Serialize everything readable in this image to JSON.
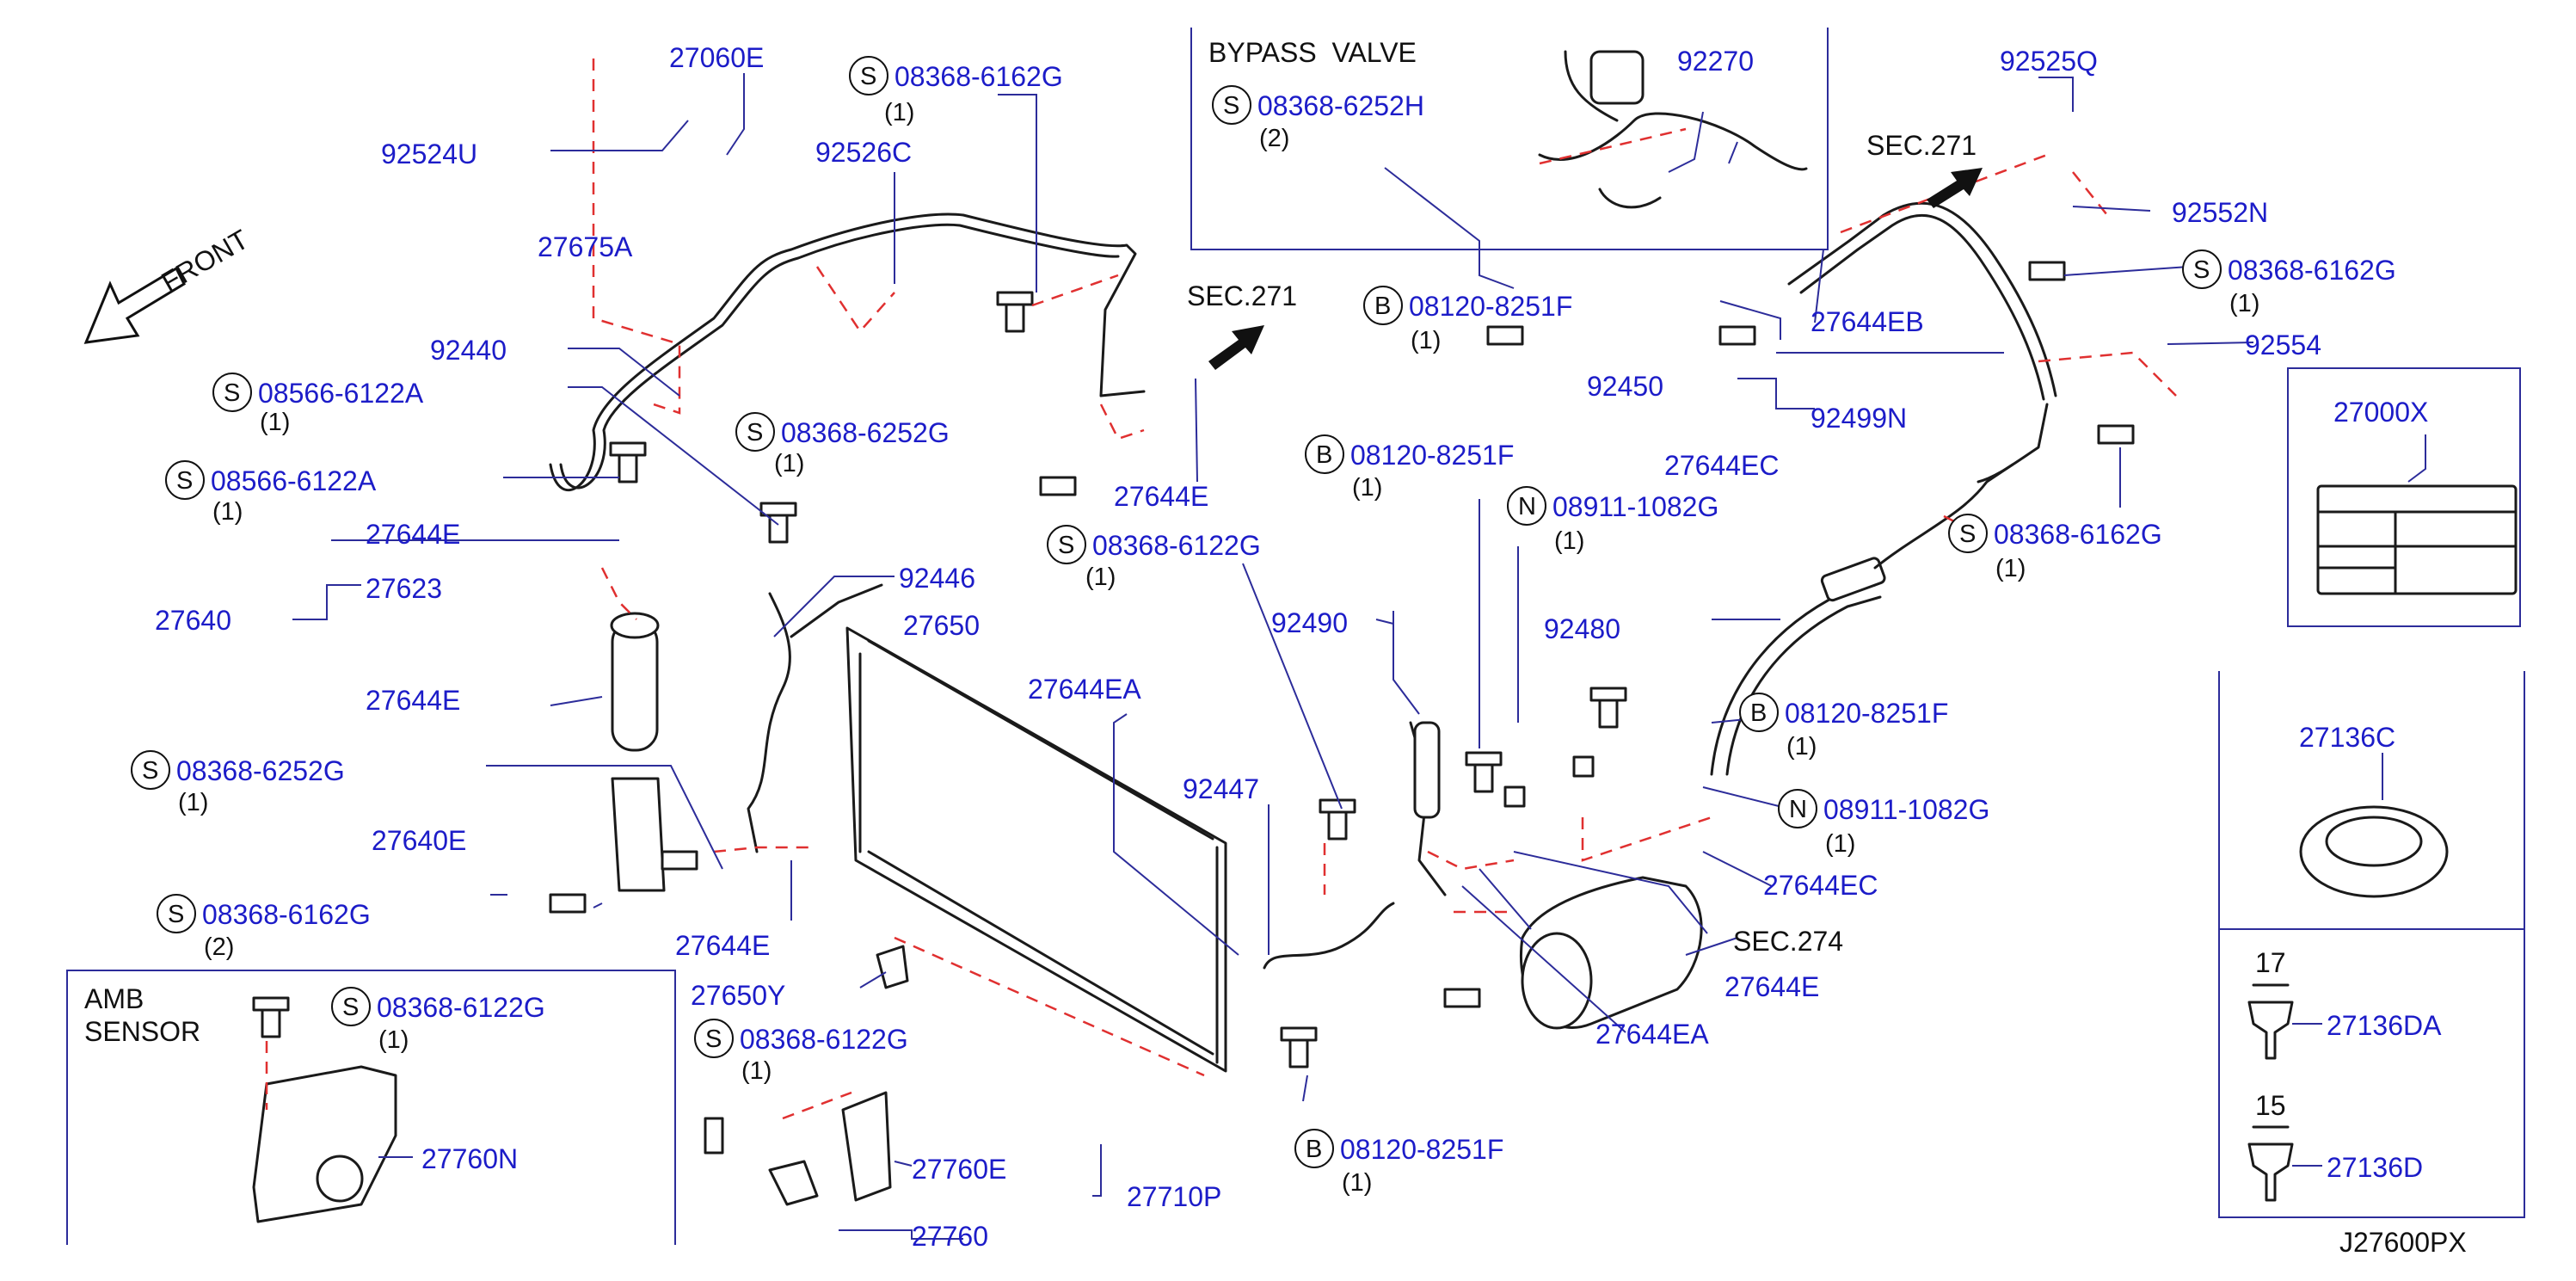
{
  "diagram_id": "J27600PX",
  "front_label": "FRONT",
  "sections": {
    "bypass": "BYPASS  VALVE",
    "amb_line1": "AMB",
    "amb_line2": "SENSOR"
  },
  "colors": {
    "part_number": "#1c1cc8",
    "leader": "#2c2c9a",
    "dashed": "#e03030",
    "drawing": "#1a1a1a"
  },
  "labels": {
    "p27060E": "27060E",
    "p92524U": "92524U",
    "p92526C": "92526C",
    "p27675A": "27675A",
    "p92440": "92440",
    "p27644E_1": "27644E",
    "p27623": "27623",
    "p27640": "27640",
    "p27644E_2": "27644E",
    "p27650": "27650",
    "p92446": "92446",
    "p27640E": "27640E",
    "p27644E_3": "27644E",
    "p27650Y": "27650Y",
    "p27760N": "27760N",
    "p27760E": "27760E",
    "p27760": "27760",
    "p27710P": "27710P",
    "p27644E_4": "27644E",
    "p27644EA_1": "27644EA",
    "p92447": "92447",
    "p92490": "92490",
    "p92270": "92270",
    "p92525Q": "92525Q",
    "p92552N": "92552N",
    "p27644EB": "27644EB",
    "p92450": "92450",
    "p92499N": "92499N",
    "p92554": "92554",
    "p27644EC_1": "27644EC",
    "p92480": "92480",
    "p27644EC_2": "27644EC",
    "p27644E_5": "27644E",
    "p27644EA_2": "27644EA",
    "p27000X": "27000X",
    "p27136C": "27136C",
    "p27136DA": "27136DA",
    "p27136D": "27136D",
    "sec271_a": "SEC.271",
    "sec271_b": "SEC.271",
    "sec274": "SEC.274",
    "dim17": "17",
    "dim15": "15"
  },
  "fasteners": [
    {
      "sym": "S",
      "pn": "08368-6162G",
      "qty": "(1)"
    },
    {
      "sym": "S",
      "pn": "08566-6122A",
      "qty": "(1)"
    },
    {
      "sym": "S",
      "pn": "08566-6122A",
      "qty": "(1)"
    },
    {
      "sym": "S",
      "pn": "08368-6252G",
      "qty": "(1)"
    },
    {
      "sym": "S",
      "pn": "08368-6122G",
      "qty": "(1)"
    },
    {
      "sym": "S",
      "pn": "08368-6252G",
      "qty": "(1)"
    },
    {
      "sym": "S",
      "pn": "08368-6162G",
      "qty": "(2)"
    },
    {
      "sym": "S",
      "pn": "08368-6122G",
      "qty": "(1)"
    },
    {
      "sym": "S",
      "pn": "08368-6122G",
      "qty": "(1)"
    },
    {
      "sym": "S",
      "pn": "08368-6252H",
      "qty": "(2)"
    },
    {
      "sym": "B",
      "pn": "08120-8251F",
      "qty": "(1)"
    },
    {
      "sym": "B",
      "pn": "08120-8251F",
      "qty": "(1)"
    },
    {
      "sym": "N",
      "pn": "08911-1082G",
      "qty": "(1)"
    },
    {
      "sym": "S",
      "pn": "08368-6162G",
      "qty": "(1)"
    },
    {
      "sym": "S",
      "pn": "08368-6162G",
      "qty": "(1)"
    },
    {
      "sym": "B",
      "pn": "08120-8251F",
      "qty": "(1)"
    },
    {
      "sym": "N",
      "pn": "08911-1082G",
      "qty": "(1)"
    },
    {
      "sym": "B",
      "pn": "08120-8251F",
      "qty": "(1)"
    }
  ]
}
